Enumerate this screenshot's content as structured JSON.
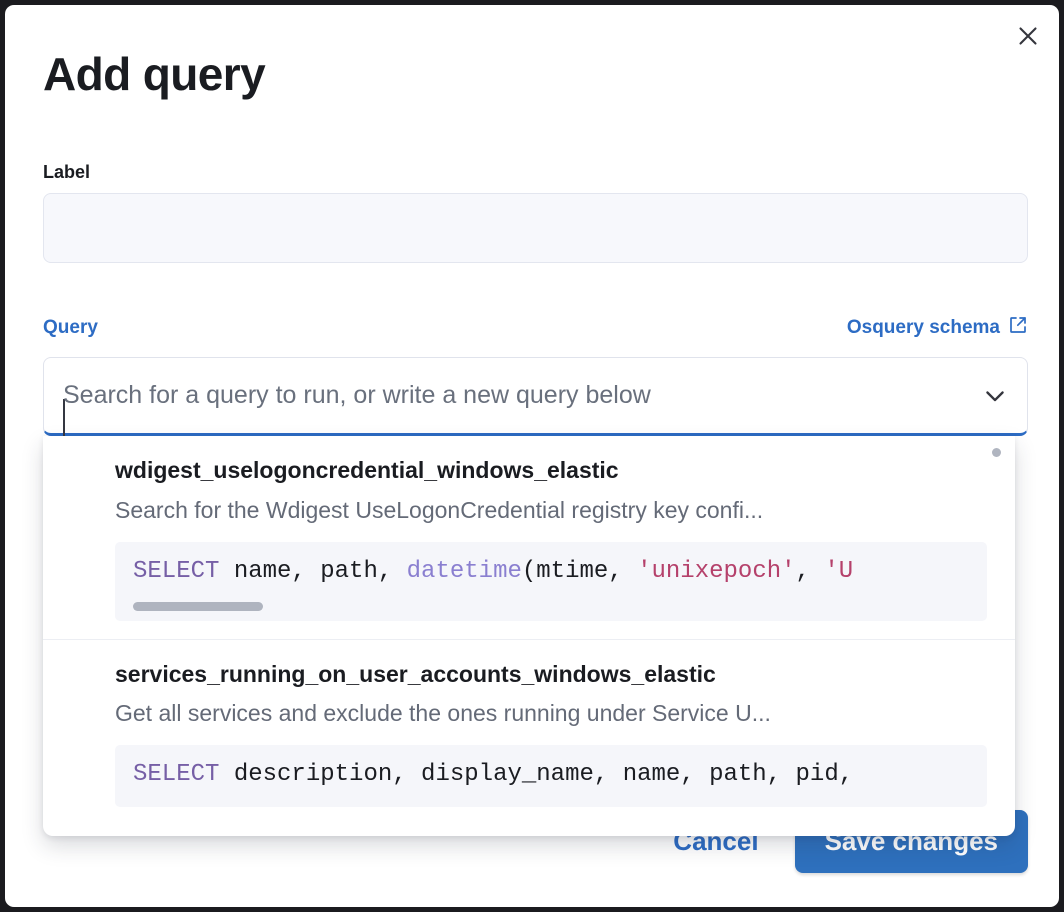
{
  "modal": {
    "title": "Add query",
    "close_icon": "close-icon"
  },
  "form": {
    "label_field": {
      "label": "Label",
      "value": "",
      "placeholder": ""
    },
    "query_field": {
      "label": "Query",
      "schema_link": "Osquery schema",
      "schema_link_icon": "external-link-icon",
      "value": "",
      "placeholder": "Search for a query to run, or write a new query below",
      "chevron_icon": "chevron-down-icon"
    }
  },
  "dropdown": {
    "options": [
      {
        "title": "wdigest_uselogoncredential_windows_elastic",
        "description": "Search for the Wdigest UseLogonCredential registry key confi...",
        "code_tokens": [
          {
            "t": "SELECT",
            "c": "kw"
          },
          {
            "t": " name, path, ",
            "c": ""
          },
          {
            "t": "datetime",
            "c": "fn"
          },
          {
            "t": "(mtime, ",
            "c": ""
          },
          {
            "t": "'unixepoch'",
            "c": "str"
          },
          {
            "t": ", ",
            "c": ""
          },
          {
            "t": "'U",
            "c": "str"
          }
        ],
        "has_scrollbar": true
      },
      {
        "title": "services_running_on_user_accounts_windows_elastic",
        "description": "Get all services and exclude the ones running under Service U...",
        "code_tokens": [
          {
            "t": "SELECT",
            "c": "kw"
          },
          {
            "t": " description, display_name, name, path, pid,",
            "c": ""
          }
        ],
        "has_scrollbar": false
      }
    ]
  },
  "footer": {
    "cancel_label": "Cancel",
    "save_label": "Save changes"
  },
  "colors": {
    "accent_blue": "#2d6cc4",
    "save_button": "#2e70bd",
    "text_dark": "#1a1c21",
    "text_muted": "#646a77",
    "code_bg": "#f5f6fa",
    "code_keyword": "#765fa6",
    "code_function": "#8a7fd0",
    "code_string": "#b5416b",
    "input_bg": "#f7f8fc"
  }
}
